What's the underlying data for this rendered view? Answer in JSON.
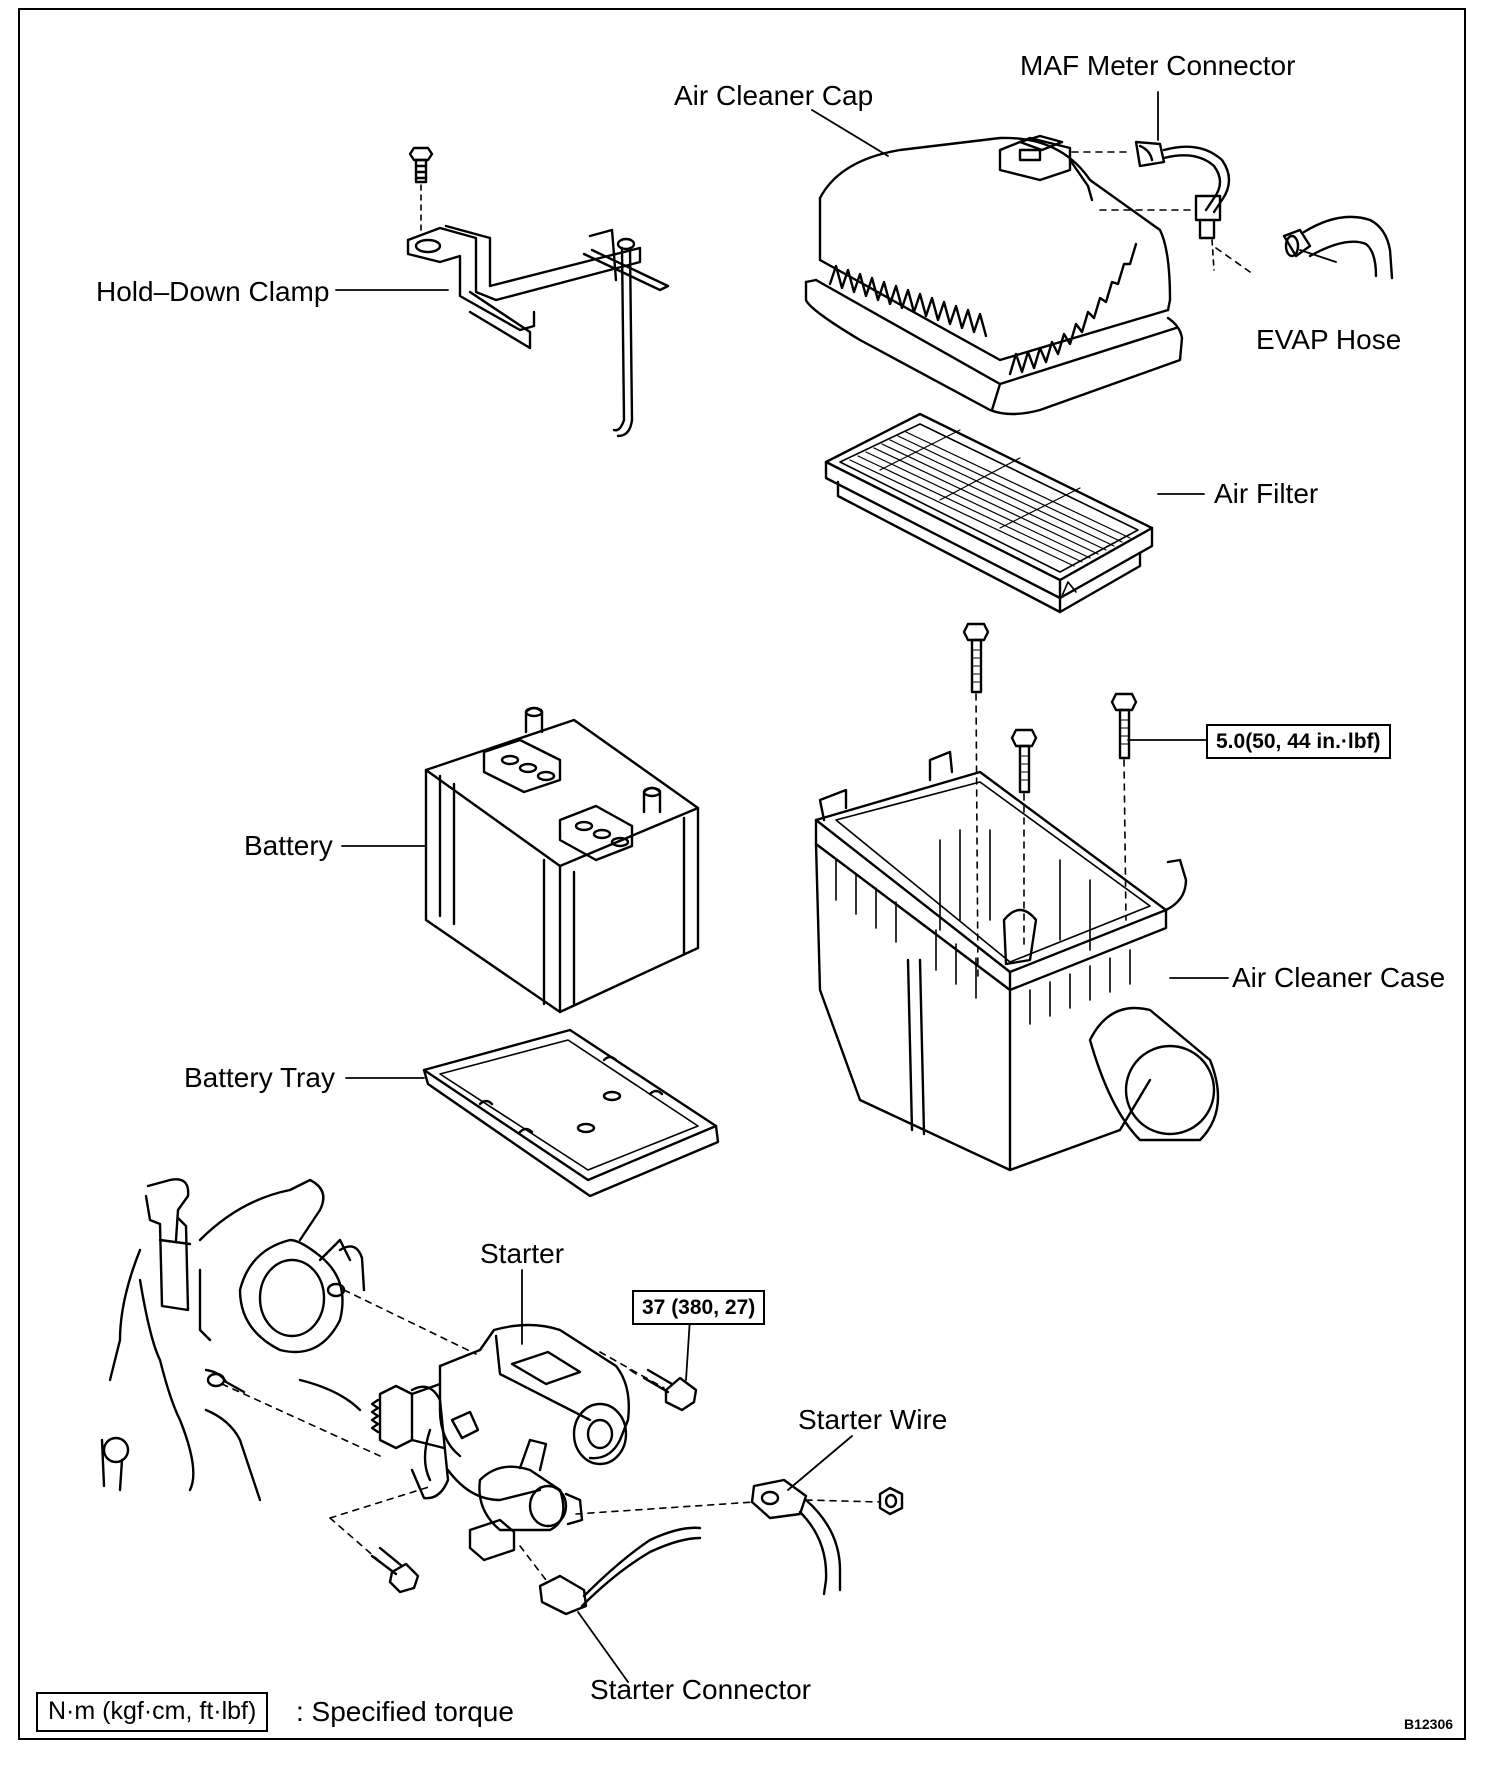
{
  "labels": {
    "maf_meter_connector": "MAF Meter Connector",
    "air_cleaner_cap": "Air Cleaner Cap",
    "hold_down_clamp": "Hold–Down Clamp",
    "evap_hose": "EVAP Hose",
    "air_filter": "Air Filter",
    "battery": "Battery",
    "air_cleaner_case": "Air Cleaner Case",
    "battery_tray": "Battery Tray",
    "starter": "Starter",
    "starter_wire": "Starter Wire",
    "starter_connector": "Starter Connector"
  },
  "torque": {
    "air_cleaner_bolt": "5.0(50, 44 in.·lbf)",
    "starter_bolt": "37 (380, 27)"
  },
  "legend": {
    "unit_box": "N·m (kgf·cm, ft·lbf)",
    "description": ": Specified torque"
  },
  "figure_code": "B12306"
}
